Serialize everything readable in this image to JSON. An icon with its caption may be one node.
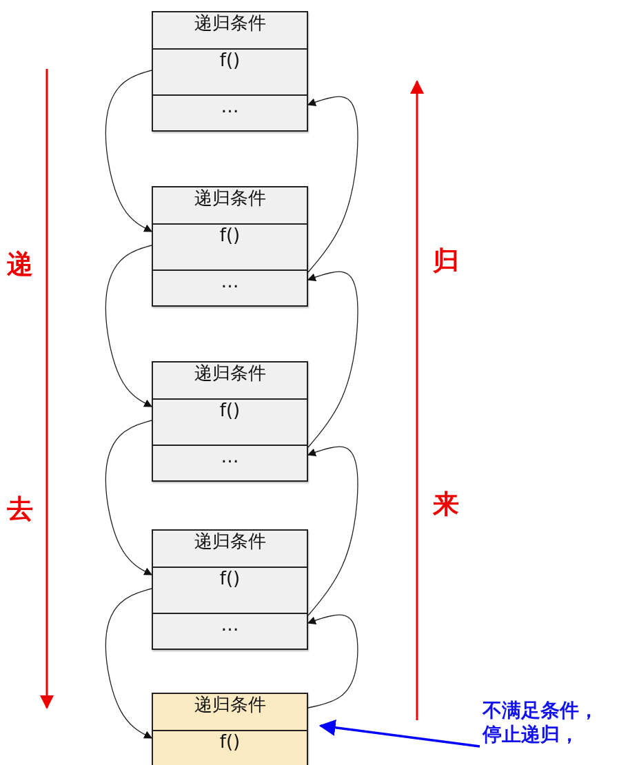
{
  "diagram": {
    "nodes": [
      {
        "text": [
          "递归条件",
          "f()",
          "…"
        ]
      },
      {
        "text": [
          "递归条件",
          "f()",
          "…"
        ]
      },
      {
        "text": [
          "递归条件",
          "f()",
          "…"
        ]
      },
      {
        "text": [
          "递归条件",
          "f()",
          "…"
        ]
      },
      {
        "text": [
          "递归条件",
          "f()"
        ]
      },
      {
        "text": [
          "不满足条件，停止递归，"
        ]
      }
    ],
    "edges": [
      {
        "from": 0,
        "to": 1,
        "arrow": "to"
      },
      {
        "from": 1,
        "to": 2,
        "arrow": "to"
      },
      {
        "from": 2,
        "to": 3,
        "arrow": "to"
      },
      {
        "from": 3,
        "to": 4,
        "arrow": "to"
      },
      {
        "from": 1,
        "to": 0,
        "arrow": "to"
      },
      {
        "from": 2,
        "to": 1,
        "arrow": "to"
      },
      {
        "from": 3,
        "to": 2,
        "arrow": "to"
      },
      {
        "from": 4,
        "to": 3,
        "arrow": "to"
      },
      {
        "from": 5,
        "to": 4,
        "arrow": "to",
        "style": "thick",
        "color": "#0000ff"
      }
    ],
    "labels": [
      "递",
      "去",
      "归",
      "来"
    ]
  }
}
